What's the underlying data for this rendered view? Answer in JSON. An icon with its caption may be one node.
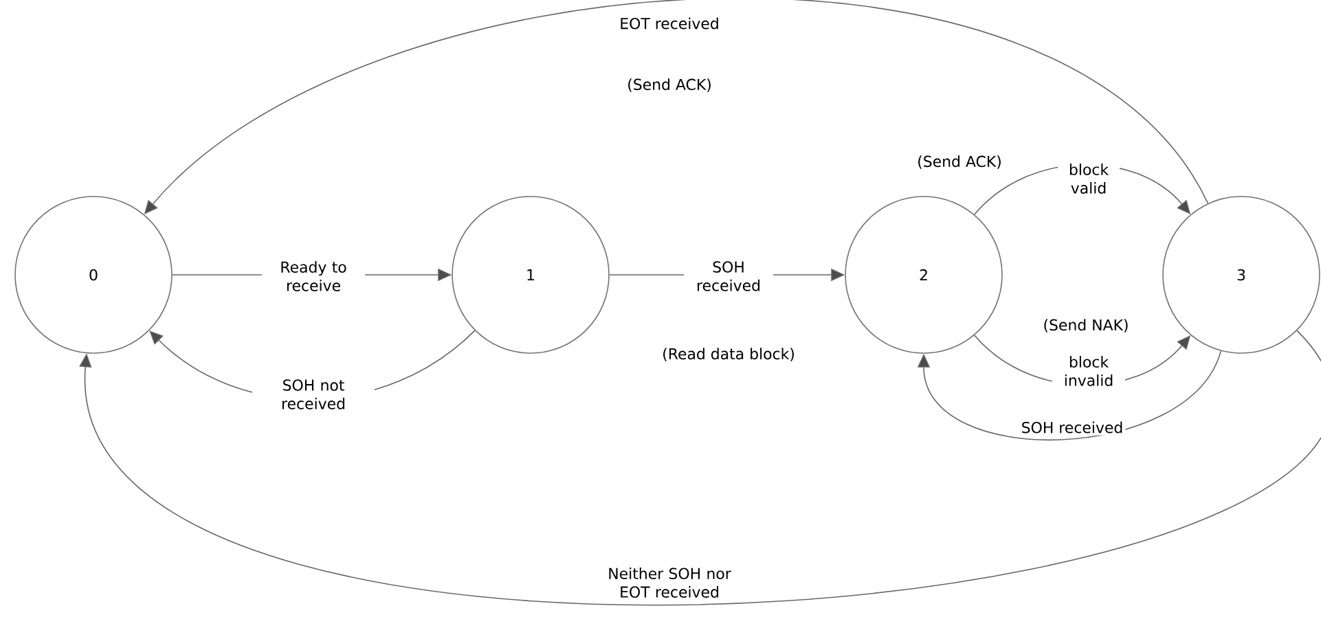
{
  "diagram": {
    "nodes": [
      {
        "text": [
          "0"
        ]
      },
      {
        "text": [
          "1"
        ]
      },
      {
        "text": [
          "2"
        ]
      },
      {
        "text": [
          "3"
        ]
      }
    ],
    "edges": [
      {
        "from": 0,
        "to": 1,
        "arrow": "to",
        "label": "Ready to receive"
      },
      {
        "from": 1,
        "to": 0,
        "arrow": "to",
        "label": "SOH not received"
      },
      {
        "from": 1,
        "to": 2,
        "arrow": "to",
        "label": "SOH received"
      },
      {
        "from": 2,
        "to": 3,
        "arrow": "to",
        "label": "block valid"
      },
      {
        "from": 2,
        "to": 3,
        "arrow": "to",
        "label": "block invalid"
      },
      {
        "from": 3,
        "to": 2,
        "arrow": "to",
        "label": "SOH received"
      },
      {
        "from": 3,
        "to": 0,
        "arrow": "to",
        "label": "EOT received"
      },
      {
        "from": 3,
        "to": 0,
        "arrow": "to",
        "label": "Neither SOH nor EOT received"
      }
    ],
    "labels": [
      "(Send ACK)",
      "(Send ACK)",
      "(Send NAK)",
      "(Read data block)"
    ]
  }
}
